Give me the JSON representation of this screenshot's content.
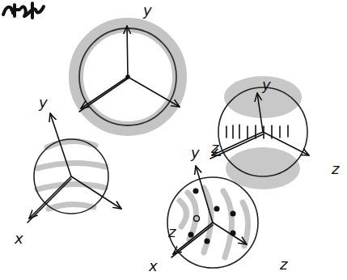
{
  "diagram": {
    "labels": [
      "y",
      "y",
      "y",
      "z",
      "y",
      "z",
      "z",
      "x",
      "z",
      "x"
    ]
  }
}
